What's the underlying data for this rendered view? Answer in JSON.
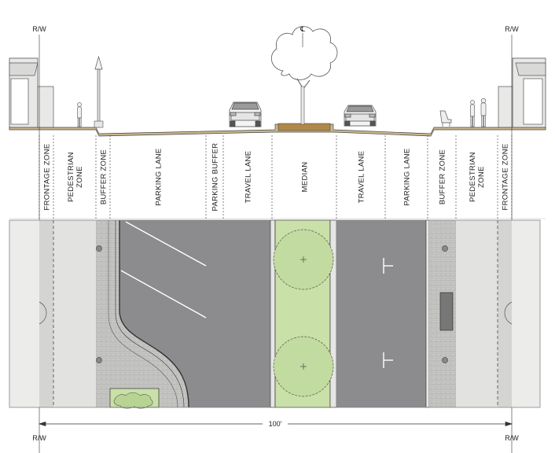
{
  "rw_label": "R/W",
  "centerline_label": "℄",
  "dimension_label": "100'",
  "zones": [
    {
      "label": "FRONTAGE ZONE",
      "lines": [
        "FRONTAGE ZONE"
      ]
    },
    {
      "label": "PEDESTRIAN ZONE",
      "lines": [
        "PEDESTRIAN",
        "ZONE"
      ]
    },
    {
      "label": "BUFFER ZONE",
      "lines": [
        "BUFFER ZONE"
      ]
    },
    {
      "label": "PARKING LANE",
      "lines": [
        "PARKING LANE"
      ]
    },
    {
      "label": "PARKING BUFFER",
      "lines": [
        "PARKING BUFFER"
      ]
    },
    {
      "label": "TRAVEL LANE",
      "lines": [
        "TRAVEL LANE"
      ]
    },
    {
      "label": "MEDIAN",
      "lines": [
        "MEDIAN"
      ]
    },
    {
      "label": "TRAVEL LANE",
      "lines": [
        "TRAVEL LANE"
      ]
    },
    {
      "label": "PARKING LANE",
      "lines": [
        "PARKING LANE"
      ]
    },
    {
      "label": "BUFFER ZONE",
      "lines": [
        "BUFFER ZONE"
      ]
    },
    {
      "label": "PEDESTRIAN ZONE",
      "lines": [
        "PEDESTRIAN",
        "ZONE"
      ]
    },
    {
      "label": "FRONTAGE ZONE",
      "lines": [
        "FRONTAGE ZONE"
      ]
    }
  ],
  "colors": {
    "road": "#8c8c8e",
    "sidewalk": "#e1e1df",
    "paver": "#c4c4c2",
    "median": "#c9e0a8",
    "median_section": "#b0894a",
    "ground": "#cbb88e",
    "line": "#333333"
  }
}
